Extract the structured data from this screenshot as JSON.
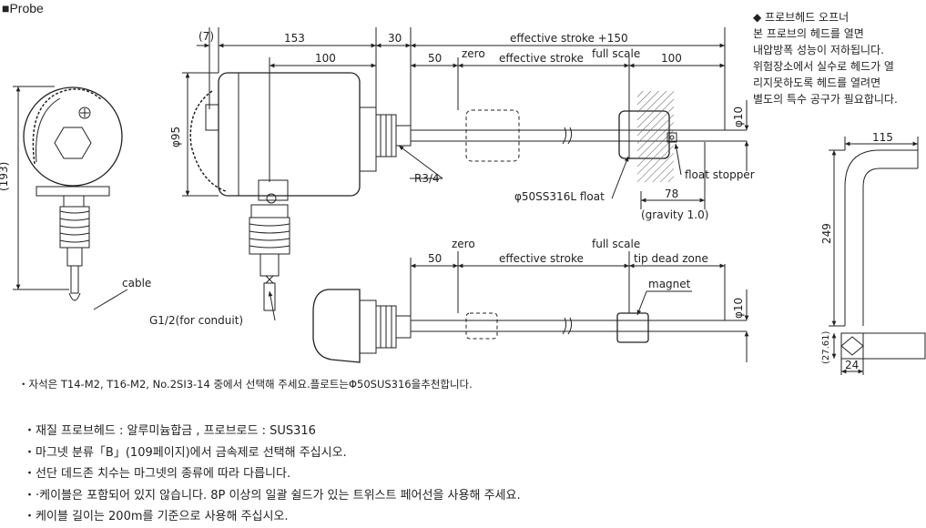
{
  "title": "■Probe",
  "opener_note": {
    "heading": "◆ 프로브헤드 오프너",
    "lines": [
      "본 프로브의 헤드를 열면",
      "내압방폭 성능이 저하됩니다.",
      "위험장소에서 실수로 헤드가 열",
      "리지못하도록 헤드를 열려면",
      "별도의 특수 공구가 필요합니다."
    ]
  },
  "dims": {
    "d193": "(193)",
    "d7": "(7)",
    "d153": "153",
    "d30": "30",
    "d100a": "100",
    "d_es150": "effective stroke +150",
    "d50": "50",
    "zero": "zero",
    "es": "effective stroke",
    "fs": "full scale",
    "d100b": "100",
    "phi95": "φ95",
    "phi10": "φ10",
    "r34": "R3/4",
    "float": "φ50SS316L float",
    "stopper": "float stopper",
    "d78": "78",
    "gravity": "(gravity 1.0)",
    "cable": "cable",
    "g12": "G1/2(for conduit)",
    "zero2": "zero",
    "fs2": "full scale",
    "d50b": "50",
    "es2": "effective stroke",
    "tdz": "tip dead zone",
    "magnet": "magnet",
    "phi10b": "φ10",
    "d115": "115",
    "d249": "249",
    "d2761": "(27.61)",
    "d24": "24"
  },
  "magnet_note": "・자석은 T14-M2, T16-M2, No.2SI3-14 중에서 선택해 주세요.플로트는Φ50SUS316을추천합니다.",
  "notes": [
    "・재질 프로브헤드 :  알루미늄합금 , 프로브로드 : SUS316",
    "・마그넷 분류「B」(109페이지)에서 금속제로 선택해 주십시오.",
    "・선단 데드존 치수는 마그넷의 종류에 따라 다릅니다.",
    "・·케이블은 포함되어 있지 않습니다.  8P 이상의 일괄 쉴드가 있는 트위스트 페어선을 사용해 주세요.",
    "・케이블 길이는 200m를 기준으로 사용해 주십시오."
  ]
}
